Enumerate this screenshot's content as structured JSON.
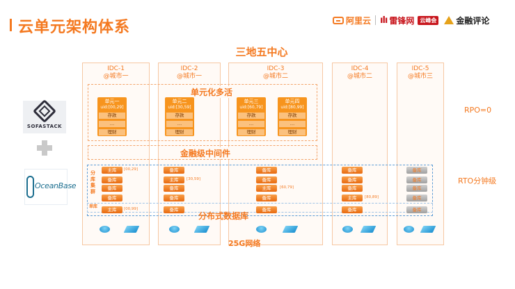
{
  "header": {
    "title": "云单元架构体系",
    "logo_aliyun": "阿里云",
    "logo_leifeng": "雷锋网",
    "logo_leifeng_badge": "云峰会",
    "logo_jinrong": "金融评论"
  },
  "diagram": {
    "heading": "三地五中心",
    "idcs": [
      {
        "name": "IDC-1",
        "city": "@城市一"
      },
      {
        "name": "IDC-2",
        "city": "@城市一"
      },
      {
        "name": "IDC-3",
        "city": "@城市二"
      },
      {
        "name": "IDC-4",
        "city": "@城市二"
      },
      {
        "name": "IDC-5",
        "city": "@城市三"
      }
    ],
    "band_unit_multi_active": "单元化多活",
    "band_middleware": "金融级中间件",
    "band_distributed_db": "分布式数据库",
    "network_label": "25G网络",
    "units": [
      {
        "name": "单元一",
        "uid": "uid:[00,29]",
        "rows": [
          "存款",
          "…",
          "理财"
        ]
      },
      {
        "name": "单元二",
        "uid": "uid:[30,59]",
        "rows": [
          "存款",
          "…",
          "理财"
        ]
      },
      {
        "name": "单元三",
        "uid": "uid:[60,79]",
        "rows": [
          "存款",
          "…",
          "理财"
        ]
      },
      {
        "name": "单元四",
        "uid": "uid:[80,99]",
        "rows": [
          "存款",
          "…",
          "理财"
        ]
      }
    ],
    "db": {
      "primary": "主库",
      "backup": "备库",
      "partition_cluster_label": [
        "分",
        "库",
        "集",
        "群"
      ],
      "single_db_label": "单库",
      "ranges": [
        "[00,29]",
        "[30,59]",
        "[60,79]",
        "[80,89]",
        "[00,99]"
      ]
    },
    "rpo": "RPO=0",
    "rto": "RTO分钟级"
  },
  "logos_left": {
    "sofastack": "SOFASTACK",
    "oceanbase": "OceanBase"
  },
  "colors": {
    "accent": "#f47920",
    "db_primary": "#e86a10",
    "db_replica_gray": "#a0a0a0",
    "network_blue": "#1a8fd0"
  }
}
